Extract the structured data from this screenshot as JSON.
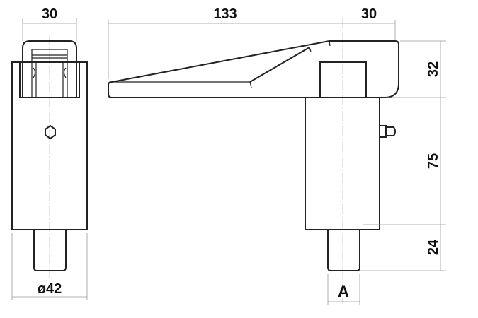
{
  "dimensions": {
    "side_width": "30",
    "lever_length": "133",
    "head_width": "30",
    "head_height": "32",
    "body_height": "75",
    "pin_length": "24",
    "body_diameter": "ø42",
    "pin_diameter": "A"
  }
}
